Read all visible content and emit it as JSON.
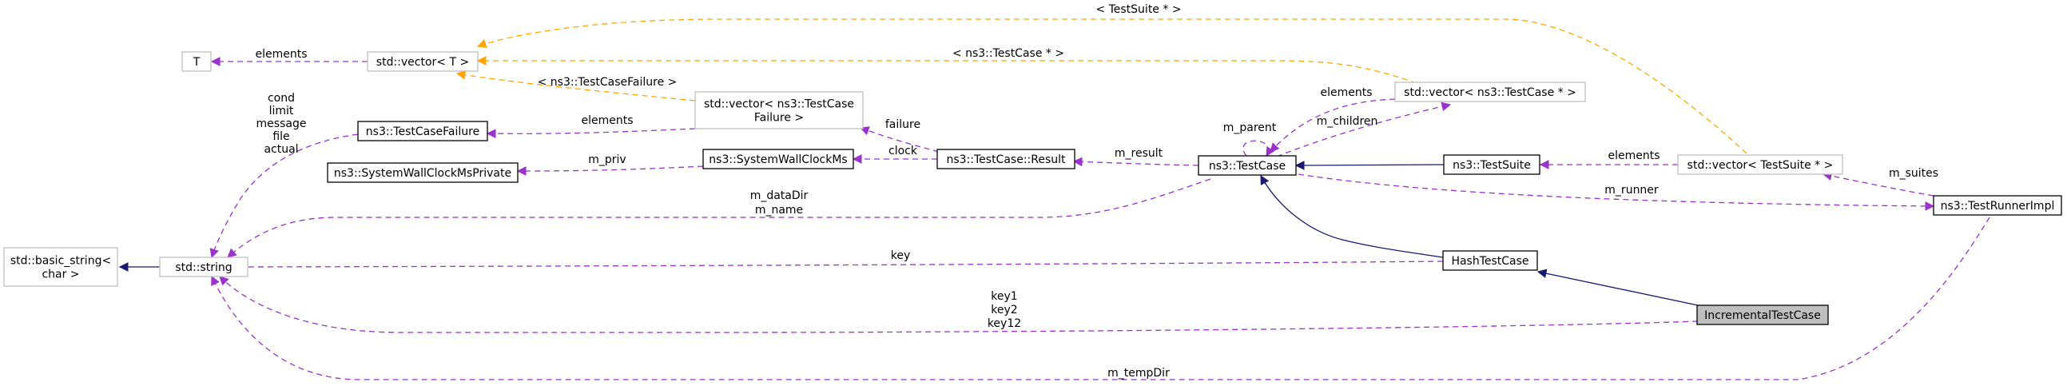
{
  "colors": {
    "usage": "#9a32cd",
    "inherit": "#191970",
    "template": "#ffa500",
    "box_border": "#000000",
    "box_border_light": "#bfbfbf",
    "highlight_fill": "#bfbfbf"
  },
  "nodes": {
    "basic_string": [
      "std::basic_string<",
      "char >"
    ],
    "string": [
      "std::string"
    ],
    "T": [
      "T"
    ],
    "vector_T": [
      "std::vector< T >"
    ],
    "testcasefailure": [
      "ns3::TestCaseFailure"
    ],
    "wallclockprivate": [
      "ns3::SystemWallClockMsPrivate"
    ],
    "vector_failure": [
      "std::vector< ns3::TestCase",
      "Failure >"
    ],
    "wallclock": [
      "ns3::SystemWallClockMs"
    ],
    "result": [
      "ns3::TestCase::Result"
    ],
    "testcase": [
      "ns3::TestCase"
    ],
    "vector_testcase": [
      "std::vector< ns3::TestCase * >"
    ],
    "testsuite": [
      "ns3::TestSuite"
    ],
    "vector_testsuite": [
      "std::vector< TestSuite * >"
    ],
    "runnerimpl": [
      "ns3::TestRunnerImpl"
    ],
    "hashtestcase": [
      "HashTestCase"
    ],
    "incremental": [
      "IncrementalTestCase"
    ]
  },
  "edges": {
    "elements_T": [
      "elements"
    ],
    "testsuite_tpl": [
      "< TestSuite * >"
    ],
    "testcase_tpl": [
      "< ns3::TestCase * >"
    ],
    "failure_tpl": [
      "< ns3::TestCaseFailure >"
    ],
    "failure_elements": [
      "elements"
    ],
    "failure_member": [
      "failure"
    ],
    "m_priv": [
      "m_priv"
    ],
    "clock": [
      "clock"
    ],
    "m_result": [
      "m_result"
    ],
    "tc_elements": [
      "elements"
    ],
    "m_children": [
      "m_children"
    ],
    "m_parent": [
      "m_parent"
    ],
    "suite_elements": [
      "elements"
    ],
    "m_suites": [
      "m_suites"
    ],
    "m_runner": [
      "m_runner"
    ],
    "cond_group": [
      "cond",
      "limit",
      "message",
      "file",
      "actual"
    ],
    "datadir_name": [
      "m_dataDir",
      "m_name"
    ],
    "key": [
      "key"
    ],
    "keys": [
      "key1",
      "key2",
      "key12"
    ],
    "m_tempDir": [
      "m_tempDir"
    ]
  }
}
